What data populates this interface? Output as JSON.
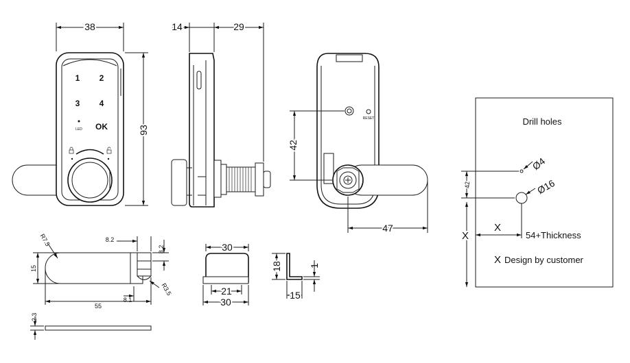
{
  "front_view": {
    "width_dim": "38",
    "height_dim": "93",
    "keys": [
      "1",
      "2",
      "3",
      "4",
      "OK"
    ],
    "led_label": "LED"
  },
  "side_view": {
    "dim_a": "14",
    "dim_b": "29"
  },
  "back_view": {
    "hole_spacing_dim": "42",
    "width_dim": "47",
    "reset_label": "RESET"
  },
  "drill_panel": {
    "title": "Drill holes",
    "small_hole": "Ø4",
    "large_hole": "Ø16",
    "spacing": "42",
    "x_vertical": "X",
    "x_horizontal": "X",
    "thickness_note": "54+Thickness",
    "design_x": "X",
    "design_note": "Design by customer"
  },
  "cam_top": {
    "radius": "R7.5",
    "height": "15",
    "length": "55",
    "hook_width": "8.2",
    "hook_side": "8.2",
    "hook_bottom": "8.1",
    "hook_radius": "R3.5"
  },
  "cam_thickness": {
    "thickness": "2.3"
  },
  "strike_plate": {
    "top_width": "30",
    "inner_width": "21",
    "bottom_width": "30"
  },
  "bracket": {
    "height": "18",
    "thickness": "1",
    "width": "15"
  }
}
